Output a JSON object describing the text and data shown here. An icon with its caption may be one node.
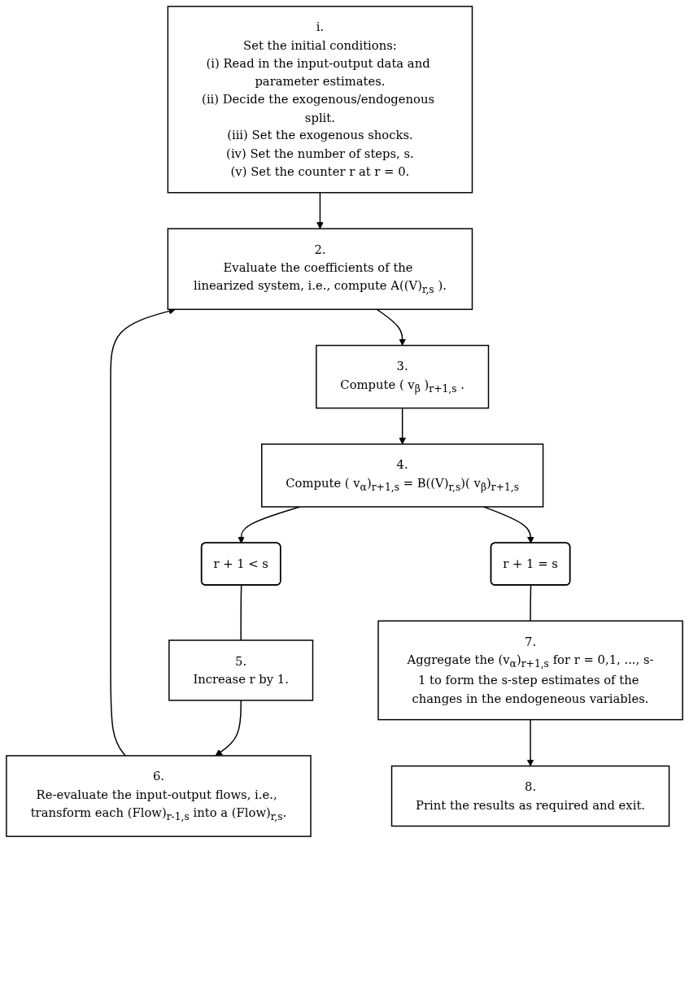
{
  "diagram": {
    "nodes": [
      {
        "text": [
          "i.",
          "Set the initial conditions:",
          "(i) Read in the input-output data and parameter estimates.",
          "(ii) Decide the exogenous/endogenous split.",
          "(iii) Set the exogenous shocks.",
          "(iv) Set the number of steps, s.",
          "(v) Set the counter r at r = 0."
        ]
      },
      {
        "text": [
          "2.",
          "Evaluate the coefficients of the linearized system, i.e., compute A((V)$_{r,s}$ )."
        ]
      },
      {
        "text": [
          "3.",
          "Compute ( v$_{β}$ )$_{r+1,s}$ ."
        ]
      },
      {
        "text": [
          "4.",
          "Compute ( v$_{α}$)$_{r+1,s}$ = B((V)$_{r,s}$)( v$_{β}$)$_{r+1,s}$"
        ]
      },
      {
        "text": [
          "r + 1 < s"
        ]
      },
      {
        "text": [
          "r + 1 = s"
        ]
      },
      {
        "text": [
          "5.",
          "Increase r by 1."
        ]
      },
      {
        "text": [
          "7.",
          "Aggregate the (v$_{α}$)$_{r+1,s}$ for r = 0,1, ..., s-1 to form the s-step estimates of the changes in the endogeneous variables."
        ]
      },
      {
        "text": [
          "6.",
          "Re-evaluate the input-output flows, i.e., transform each (Flow)$_{r-1,s}$ into a (Flow)$_{r,s}$."
        ]
      },
      {
        "text": [
          "8.",
          "Print the results as required and exit."
        ]
      }
    ],
    "edges": [
      {
        "from": 0,
        "to": 1,
        "arrow": "to"
      },
      {
        "from": 1,
        "to": 2,
        "arrow": "to"
      },
      {
        "from": 2,
        "to": 3,
        "arrow": "to"
      },
      {
        "from": 3,
        "to": 4,
        "arrow": "to"
      },
      {
        "from": 3,
        "to": 5,
        "arrow": "to"
      },
      {
        "from": 4,
        "to": 6,
        "arrow": "none"
      },
      {
        "from": 5,
        "to": 7,
        "arrow": "none"
      },
      {
        "from": 6,
        "to": 8,
        "arrow": "to"
      },
      {
        "from": 8,
        "to": 1,
        "arrow": "to"
      },
      {
        "from": 7,
        "to": 9,
        "arrow": "to"
      }
    ]
  }
}
